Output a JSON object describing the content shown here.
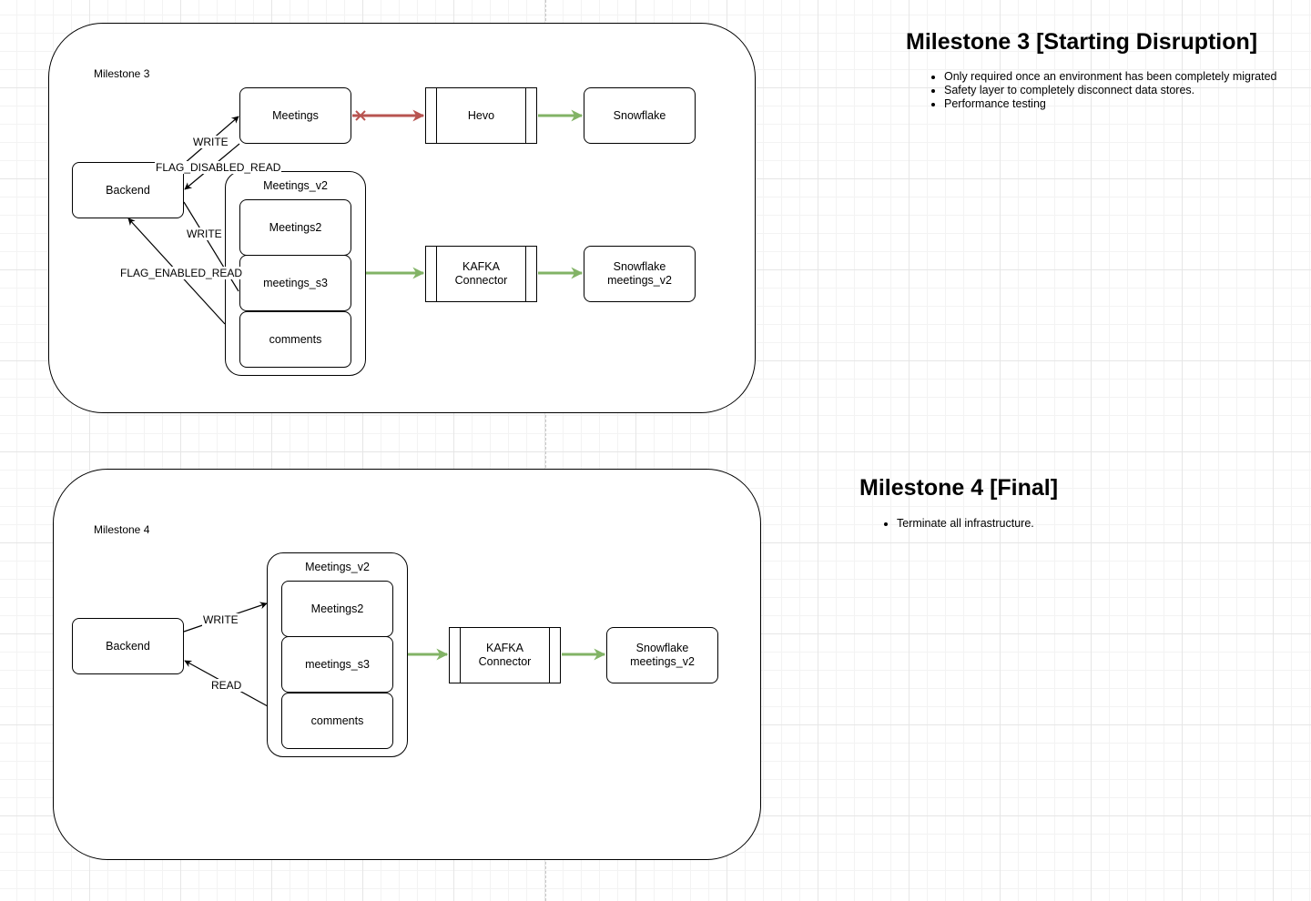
{
  "milestone3": {
    "panel_label": "Milestone 3",
    "heading": "Milestone 3 [Starting Disruption]",
    "notes": [
      "Only required once an environment has been completely migrated",
      "Safety layer to completely disconnect data stores.",
      "Performance testing"
    ],
    "nodes": {
      "backend": "Backend",
      "meetings": "Meetings",
      "hevo": "Hevo",
      "snowflake": "Snowflake",
      "group_title": "Meetings_v2",
      "meetings2": "Meetings2",
      "meetings_s3": "meetings_s3",
      "comments": "comments",
      "kafka": "KAFKA\nConnector",
      "snowflake_v2": "Snowflake\nmeetings_v2"
    },
    "edge_labels": {
      "write_meetings": "WRITE",
      "flag_disabled_read": "FLAG_DISABLED_READ",
      "write_v2": "WRITE",
      "flag_enabled_read": "FLAG_ENABLED_READ"
    }
  },
  "milestone4": {
    "panel_label": "Milestone 4",
    "heading": "Milestone 4 [Final]",
    "notes": [
      "Terminate all infrastructure."
    ],
    "nodes": {
      "backend": "Backend",
      "group_title": "Meetings_v2",
      "meetings2": "Meetings2",
      "meetings_s3": "meetings_s3",
      "comments": "comments",
      "kafka": "KAFKA\nConnector",
      "snowflake_v2": "Snowflake\nmeetings_v2"
    },
    "edge_labels": {
      "write": "WRITE",
      "read": "READ"
    }
  },
  "colors": {
    "disabled_flow": "#b85450",
    "data_flow": "#82b366",
    "line": "#000000"
  }
}
